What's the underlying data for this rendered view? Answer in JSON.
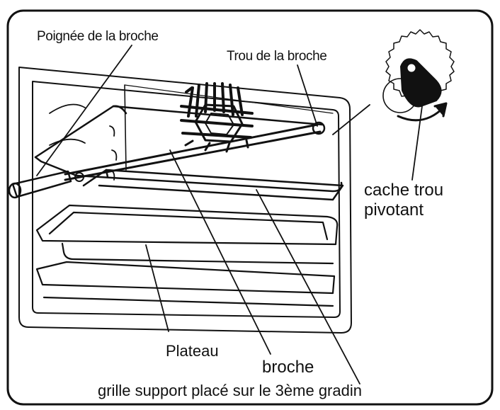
{
  "labels": {
    "spit_handle": "Poignée de la broche",
    "spit_hole": "Trou de la broche",
    "pivot_cover_line1": "cache trou",
    "pivot_cover_line2": "pivotant",
    "tray": "Plateau",
    "spit": "broche",
    "rack": "grille support placé sur le 3ème gradin"
  },
  "colors": {
    "ink": "#111111",
    "background": "#ffffff"
  },
  "icons": {
    "rotation_arrow": "curved-arrow-icon"
  }
}
